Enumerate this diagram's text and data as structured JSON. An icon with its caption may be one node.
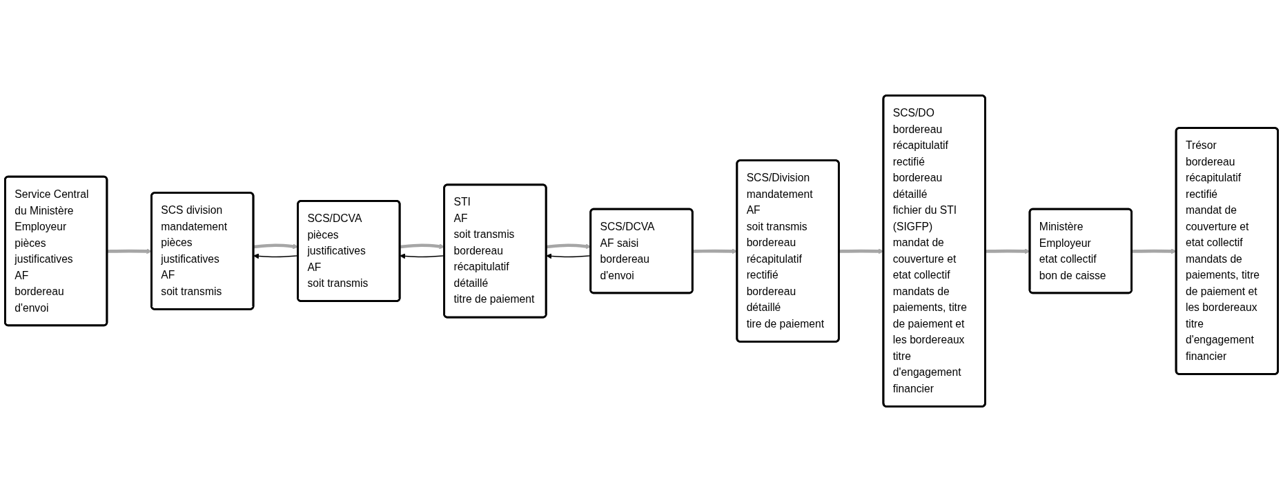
{
  "diagram": {
    "nodes": [
      {
        "text": [
          "Service Central du Ministère Employeur",
          "pièces justificatives",
          "AF",
          "bordereau d'envoi"
        ]
      },
      {
        "text": [
          "SCS division mandatement",
          "pièces justificatives",
          "AF",
          "soit transmis"
        ]
      },
      {
        "text": [
          "SCS/DCVA",
          "pièces justificatives",
          "AF",
          "soit transmis"
        ]
      },
      {
        "text": [
          "STI",
          "AF",
          "soit transmis",
          "bordereau récapitulatif détaillé",
          "titre de paiement"
        ]
      },
      {
        "text": [
          "SCS/DCVA",
          "AF saisi",
          "bordereau d'envoi"
        ]
      },
      {
        "text": [
          "SCS/Division mandatement",
          "AF",
          "soit transmis",
          "bordereau récapitulatif rectifié",
          "bordereau détaillé",
          "tire de paiement"
        ]
      },
      {
        "text": [
          "SCS/DO",
          "bordereau récapitulatif rectifié",
          "bordereau détaillé",
          "fichier du STI (SIGFP)",
          "mandat de couverture et etat collectif",
          "mandats de paiements, titre de paiement et les bordereaux",
          "titre d'engagement financier"
        ]
      },
      {
        "text": [
          "Ministère Employeur",
          "etat collectif",
          "bon de caisse"
        ]
      },
      {
        "text": [
          "Trésor",
          "bordereau récapitulatif rectifié",
          "mandat de couverture et etat collectif",
          "mandats de paiements, titre de paiement et les bordereaux",
          "titre d'engagement financier"
        ]
      }
    ],
    "edges": [
      {
        "from": 0,
        "to": 1,
        "arrow": "to"
      },
      {
        "from": 1,
        "to": 2,
        "arrow": "to"
      },
      {
        "from": 2,
        "to": 1,
        "arrow": "to",
        "color": "#000000"
      },
      {
        "from": 2,
        "to": 3,
        "arrow": "to"
      },
      {
        "from": 3,
        "to": 2,
        "arrow": "to",
        "color": "#000000"
      },
      {
        "from": 3,
        "to": 4,
        "arrow": "to"
      },
      {
        "from": 4,
        "to": 3,
        "arrow": "to",
        "color": "#000000"
      },
      {
        "from": 4,
        "to": 5,
        "arrow": "to"
      },
      {
        "from": 5,
        "to": 6,
        "arrow": "to"
      },
      {
        "from": 6,
        "to": 7,
        "arrow": "to"
      },
      {
        "from": 7,
        "to": 8,
        "arrow": "to"
      }
    ]
  }
}
